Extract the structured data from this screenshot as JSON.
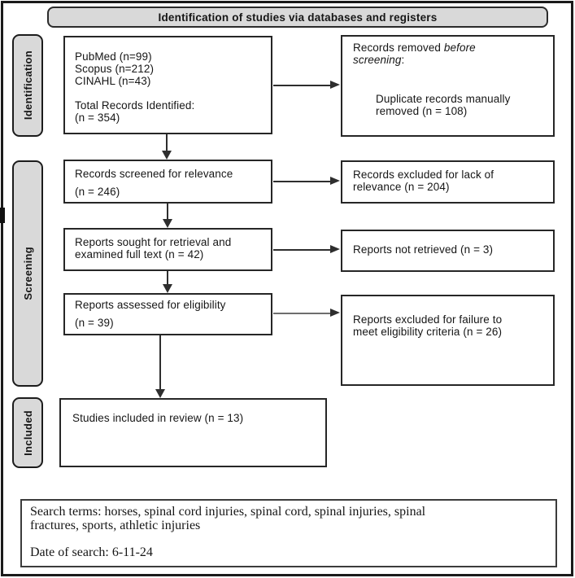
{
  "header": {
    "title": "Identification of studies via databases and registers"
  },
  "stages": {
    "identification": "Identification",
    "screening": "Screening",
    "included": "Included"
  },
  "boxes": {
    "records_identified": {
      "lines": [
        "PubMed (n=99)",
        "Scopus (n=212)",
        "CINAHL (n=43)"
      ],
      "total_label": "Total Records Identified:",
      "total_value": "(n = 354)"
    },
    "records_removed": {
      "line1_normal": "Records removed ",
      "line1_italic": "before",
      "line2_italic": "screening",
      "line2_suffix": ":",
      "detail": "Duplicate records manually removed (n = 108)"
    },
    "records_screened": {
      "line1": "Records screened for relevance",
      "line2": "(n = 246)"
    },
    "records_excluded": {
      "line1": "Records excluded for lack of",
      "line2": "relevance (n = 204)"
    },
    "reports_sought": {
      "line1": "Reports sought for retrieval and",
      "line2": "examined full text (n = 42)"
    },
    "reports_not_retrieved": {
      "line1": "Reports not retrieved (n = 3)"
    },
    "reports_assessed": {
      "line1": "Reports assessed for eligibility",
      "line2": "(n = 39)"
    },
    "reports_excluded_eligibility": {
      "line1": "Reports excluded for failure to",
      "line2": "meet eligibility criteria (n = 26)"
    },
    "studies_included": {
      "line1": "Studies included in review (n = 13)"
    }
  },
  "footer": {
    "search_terms_line1": "Search terms: horses, spinal cord injuries, spinal cord, spinal injuries, spinal",
    "search_terms_line2": "fractures, sports, athletic injuries",
    "date_line": "Date of search: 6-11-24"
  },
  "colors": {
    "banner_bg": "#d9d9d9",
    "stage_pill_bg": "#d9d9d9",
    "box_border": "#262626",
    "arrow": "#2e2e2e",
    "text": "#161616"
  }
}
